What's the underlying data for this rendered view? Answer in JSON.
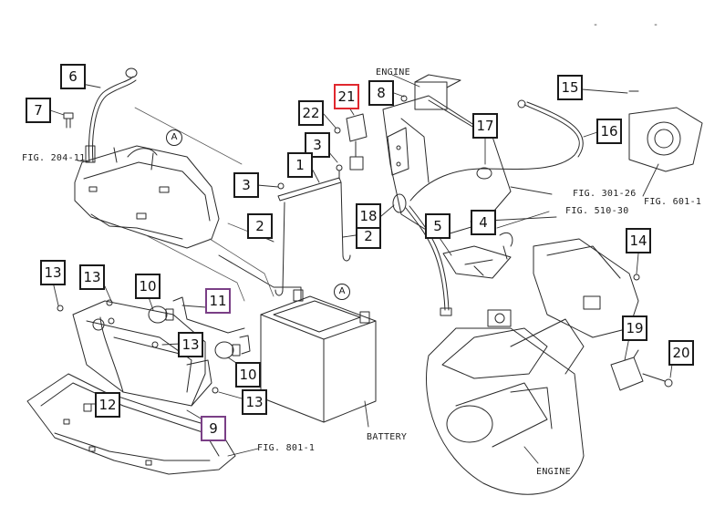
{
  "callouts": [
    {
      "id": "6",
      "label": "6"
    },
    {
      "id": "7",
      "label": "7"
    },
    {
      "id": "21",
      "label": "21",
      "highlight": "#e0282e"
    },
    {
      "id": "8",
      "label": "8"
    },
    {
      "id": "22",
      "label": "22"
    },
    {
      "id": "3a",
      "label": "3"
    },
    {
      "id": "1",
      "label": "1"
    },
    {
      "id": "3b",
      "label": "3"
    },
    {
      "id": "2a",
      "label": "2"
    },
    {
      "id": "2b",
      "label": "2"
    },
    {
      "id": "18",
      "label": "18"
    },
    {
      "id": "17",
      "label": "17"
    },
    {
      "id": "16",
      "label": "16"
    },
    {
      "id": "15",
      "label": "15"
    },
    {
      "id": "4",
      "label": "4"
    },
    {
      "id": "5",
      "label": "5"
    },
    {
      "id": "14",
      "label": "14"
    },
    {
      "id": "13a",
      "label": "13"
    },
    {
      "id": "13b",
      "label": "13"
    },
    {
      "id": "10a",
      "label": "10"
    },
    {
      "id": "11",
      "label": "11",
      "highlight": "#7a3f86"
    },
    {
      "id": "13c",
      "label": "13"
    },
    {
      "id": "10b",
      "label": "10"
    },
    {
      "id": "12",
      "label": "12"
    },
    {
      "id": "13d",
      "label": "13"
    },
    {
      "id": "9",
      "label": "9",
      "highlight": "#7a3f86"
    },
    {
      "id": "19",
      "label": "19"
    },
    {
      "id": "20",
      "label": "20"
    }
  ],
  "refs": {
    "fig_204_11": "FIG. 204-11",
    "fig_301_26": "FIG. 301-26",
    "fig_510_30": "FIG. 510-30",
    "fig_601_1": "FIG. 601-1",
    "fig_801_1": "FIG. 801-1",
    "engine_top": "ENGINE",
    "engine_bottom": "ENGINE",
    "battery": "BATTERY",
    "circle_a_top": "A",
    "circle_a_bottom": "A",
    "dash_1": "-",
    "dash_2": "-"
  },
  "colors": {
    "line": "#2a2a2a",
    "highlight_red": "#e0282e",
    "highlight_purple": "#7a3f86"
  }
}
